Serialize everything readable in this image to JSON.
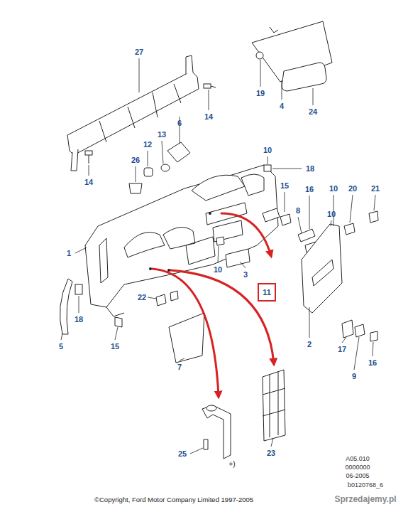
{
  "diagram": {
    "nodes": [
      {
        "text": [
          "11"
        ]
      }
    ],
    "labels": [
      "27",
      "19",
      "14",
      "4",
      "24",
      "6",
      "13",
      "12",
      "26",
      "14",
      "10",
      "18",
      "15",
      "16",
      "10",
      "20",
      "21",
      "8",
      "10",
      "1",
      "10",
      "3",
      "18",
      "22",
      "5",
      "15",
      "7",
      "2",
      "17",
      "16",
      "9",
      "23",
      "25",
      "+)",
      "A05.010",
      "0000000",
      "06-2005",
      "b0120768_6",
      "©Copyright, Ford Motor Company Limited 1997-2005",
      "Sprzedajemy.pl"
    ]
  }
}
